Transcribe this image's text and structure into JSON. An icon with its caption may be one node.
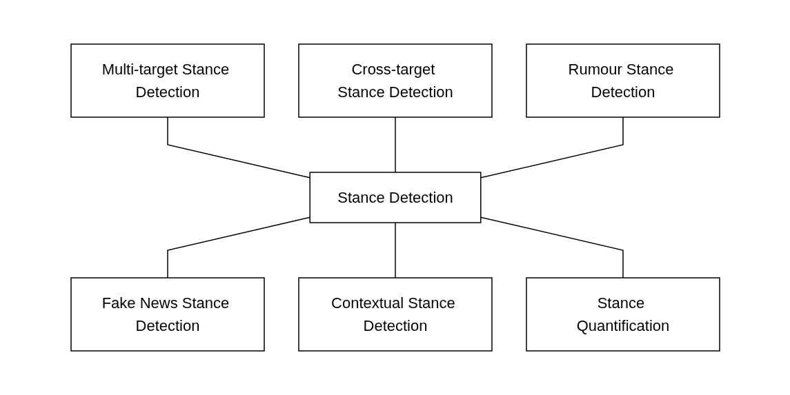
{
  "diagram": {
    "nodes": [
      {
        "text": [
          "Multi-target Stance Detection"
        ]
      },
      {
        "text": [
          "Cross-target Stance Detection"
        ]
      },
      {
        "text": [
          "Rumour Stance Detection"
        ]
      },
      {
        "text": [
          "Stance Detection"
        ]
      },
      {
        "text": [
          "Fake News Stance Detection"
        ]
      },
      {
        "text": [
          "Contextual Stance Detection"
        ]
      },
      {
        "text": [
          "Stance Quantification"
        ]
      }
    ],
    "edges": [
      {
        "from": 0,
        "to": 3,
        "arrow": "none"
      },
      {
        "from": 1,
        "to": 3,
        "arrow": "none"
      },
      {
        "from": 2,
        "to": 3,
        "arrow": "none"
      },
      {
        "from": 3,
        "to": 4,
        "arrow": "none"
      },
      {
        "from": 3,
        "to": 5,
        "arrow": "none"
      },
      {
        "from": 3,
        "to": 6,
        "arrow": "none"
      }
    ]
  }
}
